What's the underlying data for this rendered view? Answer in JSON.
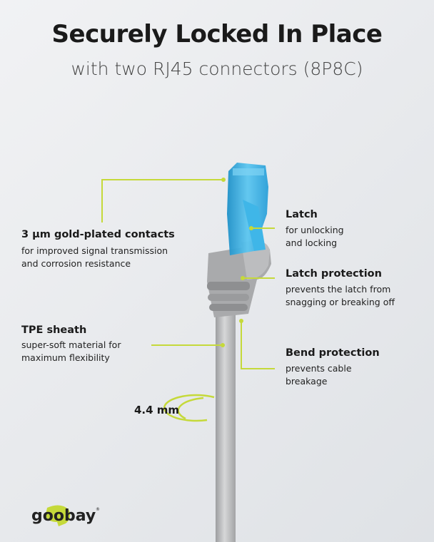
{
  "header": {
    "title": "Securely Locked In Place",
    "subtitle": "with two RJ45 connectors (8P8C)"
  },
  "callouts": {
    "contacts": {
      "title": "3 µm gold-plated contacts",
      "lines": [
        "for improved signal transmission",
        "and corrosion resistance"
      ]
    },
    "latch": {
      "title": "Latch",
      "lines": [
        "for unlocking",
        "and locking"
      ]
    },
    "latch_protection": {
      "title": "Latch protection",
      "lines": [
        "prevents the latch from",
        "snagging or breaking off"
      ]
    },
    "sheath": {
      "title": "TPE sheath",
      "lines": [
        "super-soft material for",
        "maximum flexibility"
      ]
    },
    "bend": {
      "title": "Bend protection",
      "lines": [
        "prevents cable",
        "breakage"
      ]
    }
  },
  "dimension": "4.4 mm",
  "brand": "goobay",
  "colors": {
    "accent": "#c5d93a",
    "connector": "#2aa8e0",
    "boot": "#a7a8aa"
  }
}
